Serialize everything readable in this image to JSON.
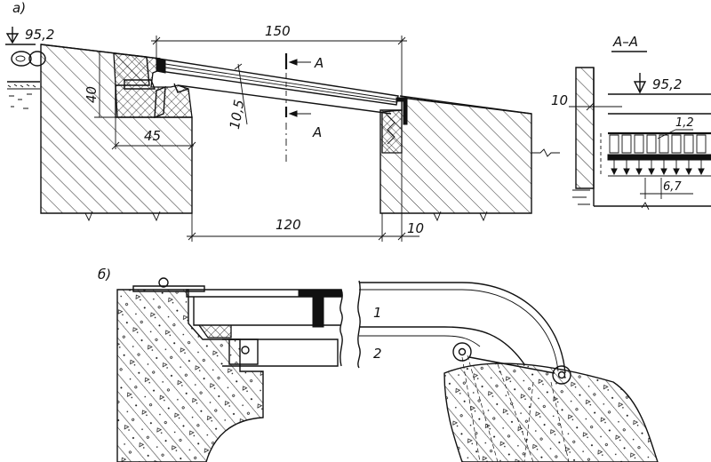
{
  "figure_a": {
    "panel_label": "а)",
    "elevation_left": "95,2",
    "dim_150": "150",
    "dim_40": "40",
    "dim_45": "45",
    "dim_10_5": "10,5",
    "dim_120": "120",
    "dim_10_bottom": "10",
    "section_mark_top": "A",
    "section_mark_bottom": "A"
  },
  "section_aa": {
    "title": "A–A",
    "elevation": "95,2",
    "dim_10": "10",
    "dim_1_2": "1,2",
    "dim_6_7": "6,7"
  },
  "figure_b": {
    "panel_label": "б)",
    "label_1": "1",
    "label_2": "2"
  }
}
